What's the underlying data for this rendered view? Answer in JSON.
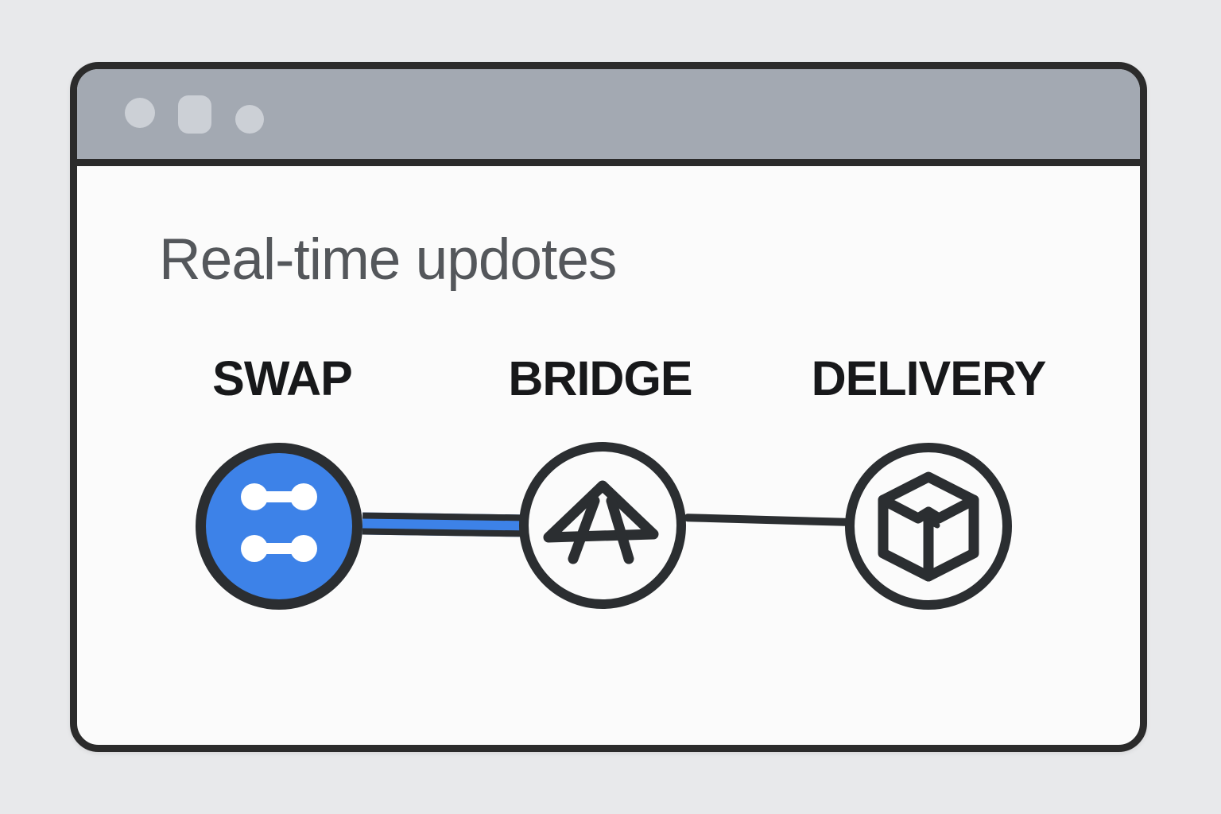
{
  "window": {
    "heading": "Real-time updotes",
    "titlebar": {
      "dots": [
        "window-dot-1",
        "window-dot-2",
        "window-dot-3"
      ]
    },
    "stages": [
      {
        "label": "SWAP",
        "icon": "swap-icon",
        "state": "active"
      },
      {
        "label": "BRIDGE",
        "icon": "bridge-icon",
        "state": "default"
      },
      {
        "label": "DELIVERY",
        "icon": "package-icon",
        "state": "default"
      }
    ],
    "connectors": [
      {
        "from": "SWAP",
        "to": "BRIDGE",
        "style": "blue-track"
      },
      {
        "from": "BRIDGE",
        "to": "DELIVERY",
        "style": "dark-line"
      }
    ],
    "colors": {
      "page_background": "#e8e9eb",
      "window_background": "#fbfbfb",
      "window_border": "#2b2b2b",
      "titlebar_gray": "#a3a9b2",
      "titlebar_dots": "#ccd0d6",
      "accent_blue": "#3d82e8",
      "icon_stroke_dark": "#2b2e31",
      "heading_text": "#54575b",
      "label_text": "#17181a"
    }
  }
}
